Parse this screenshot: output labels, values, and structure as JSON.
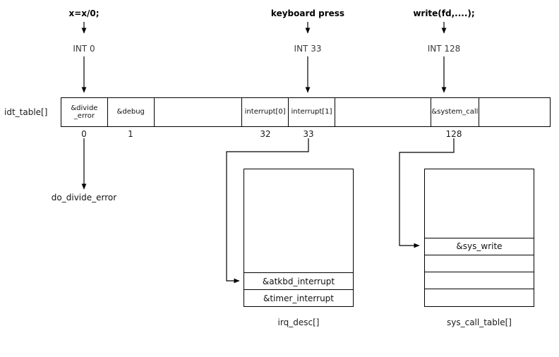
{
  "diagram": {
    "title_hidden": "",
    "events": [
      {
        "name": "divide-by-zero",
        "label": "x=x/0;",
        "int_label": "INT 0"
      },
      {
        "name": "keyboard",
        "label": "keyboard press",
        "int_label": "INT 33"
      },
      {
        "name": "write-syscall",
        "label": "write(fd,....);",
        "int_label": "INT 128"
      }
    ],
    "idt_table": {
      "name_label": "idt_table[]",
      "cells": [
        {
          "text": "&divide\n_error",
          "index": "0"
        },
        {
          "text": "&debug",
          "index": "1"
        },
        {
          "text": "",
          "index": ""
        },
        {
          "text": "interrupt[0]",
          "index": "32"
        },
        {
          "text": "interrupt[1]",
          "index": "33"
        },
        {
          "text": "",
          "index": ""
        },
        {
          "text": "&system_call",
          "index": "128"
        },
        {
          "text": "",
          "index": ""
        }
      ]
    },
    "divide_handler": {
      "label": "do_divide_error"
    },
    "irq_desc": {
      "name_label": "irq_desc[]",
      "rows": [
        "",
        "&atkbd_interrupt",
        "&timer_interrupt"
      ]
    },
    "sys_call_table": {
      "name_label": "sys_call_table[]",
      "rows": [
        "",
        "&sys_write",
        "",
        "",
        ""
      ]
    },
    "colors": {
      "stroke": "#000000",
      "background": "#ffffff",
      "int_text": "#3a3a3a"
    }
  }
}
